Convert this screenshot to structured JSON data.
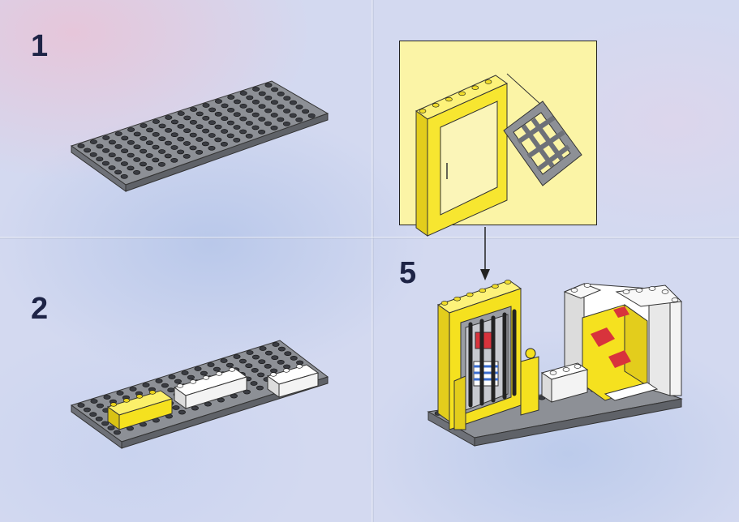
{
  "steps": [
    {
      "number": "1",
      "part": "gray-baseplate"
    },
    {
      "number": "2",
      "part": "baseplate-with-bricks"
    },
    {
      "number": "5",
      "part": "jail-assembly"
    }
  ],
  "colors": {
    "plate_gray": "#8d9096",
    "stud_dark": "#3a3c42",
    "brick_yellow": "#f5e11f",
    "brick_white": "#f7f7f7",
    "callout_bg": "#fbf4a6",
    "wall_red": "#d8333c",
    "text_navy": "#1e2446"
  },
  "icons": [
    "down-arrow-icon"
  ]
}
